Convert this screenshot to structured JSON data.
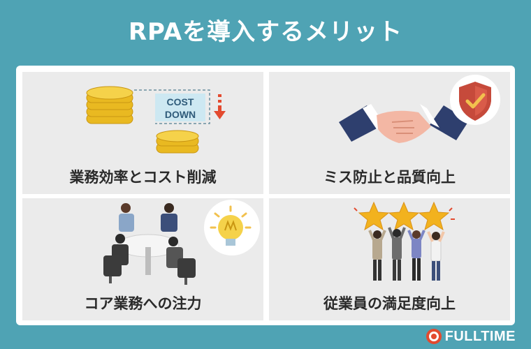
{
  "title": "RPAを導入するメリット",
  "cards": [
    {
      "caption": "業務効率とコスト削減",
      "icon": "coins-cost-down-icon",
      "badge_line1": "COST",
      "badge_line2": "DOWN"
    },
    {
      "caption": "ミス防止と品質向上",
      "icon": "handshake-shield-icon"
    },
    {
      "caption": "コア業務への注力",
      "icon": "meeting-lightbulb-icon"
    },
    {
      "caption": "従業員の満足度向上",
      "icon": "cheering-employees-stars-icon"
    }
  ],
  "logo": {
    "text": "FULLTIME"
  },
  "colors": {
    "background": "#4fa3b4",
    "card": "#ebebeb",
    "accent": "#e34a2f"
  }
}
